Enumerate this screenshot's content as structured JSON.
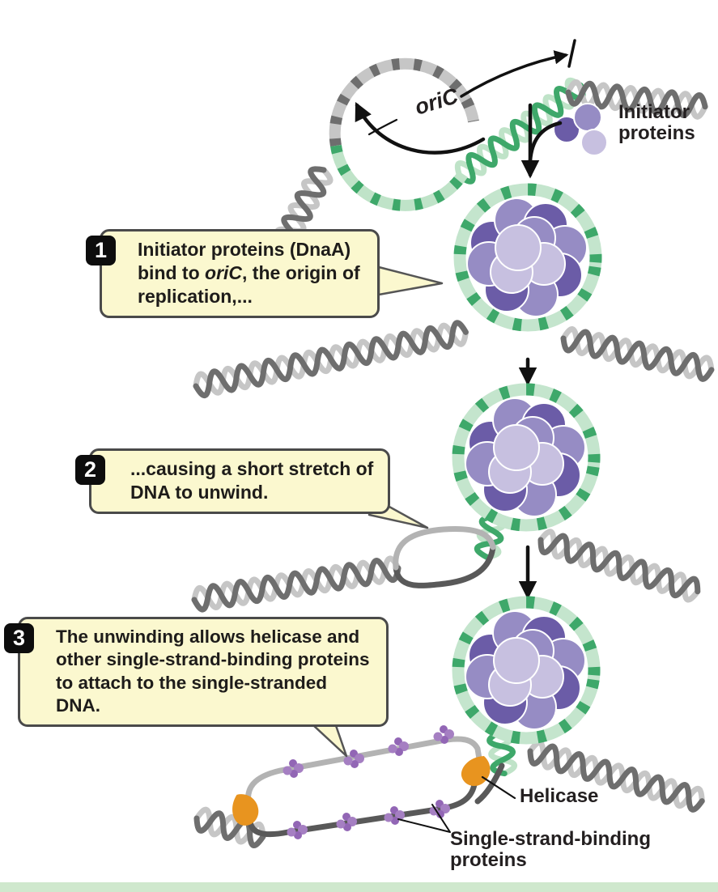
{
  "labels": {
    "oric": "oriC",
    "initiator_proteins": "Initiator proteins",
    "helicase": "Helicase",
    "ssb_proteins": "Single-strand-binding proteins"
  },
  "steps": [
    {
      "number": "1",
      "pre": "Initiator proteins (DnaA) bind to ",
      "italic": "oriC",
      "post": ", the origin of replication,..."
    },
    {
      "number": "2",
      "pre": "...causing a short stretch of DNA to unwind.",
      "italic": "",
      "post": ""
    },
    {
      "number": "3",
      "pre": "The unwinding allows helicase and other single-strand-binding proteins to attach to the single-stranded DNA.",
      "italic": "",
      "post": ""
    }
  ],
  "colors": {
    "callout_bg": "#fbf8cf",
    "callout_border": "#4a4a4a",
    "dna_green_dark": "#3ea86a",
    "dna_green_light": "#bfe3c8",
    "dna_gray_dark": "#6e6e6e",
    "dna_gray_light": "#c6c6c6",
    "protein_purple_dark": "#6b5ca7",
    "protein_purple_mid": "#968cc4",
    "protein_purple_light": "#c7c0e0",
    "helicase_orange": "#e8941f",
    "ssb_purple": "#a57fc2",
    "bottom_strip_green": "#cfe8cd"
  }
}
